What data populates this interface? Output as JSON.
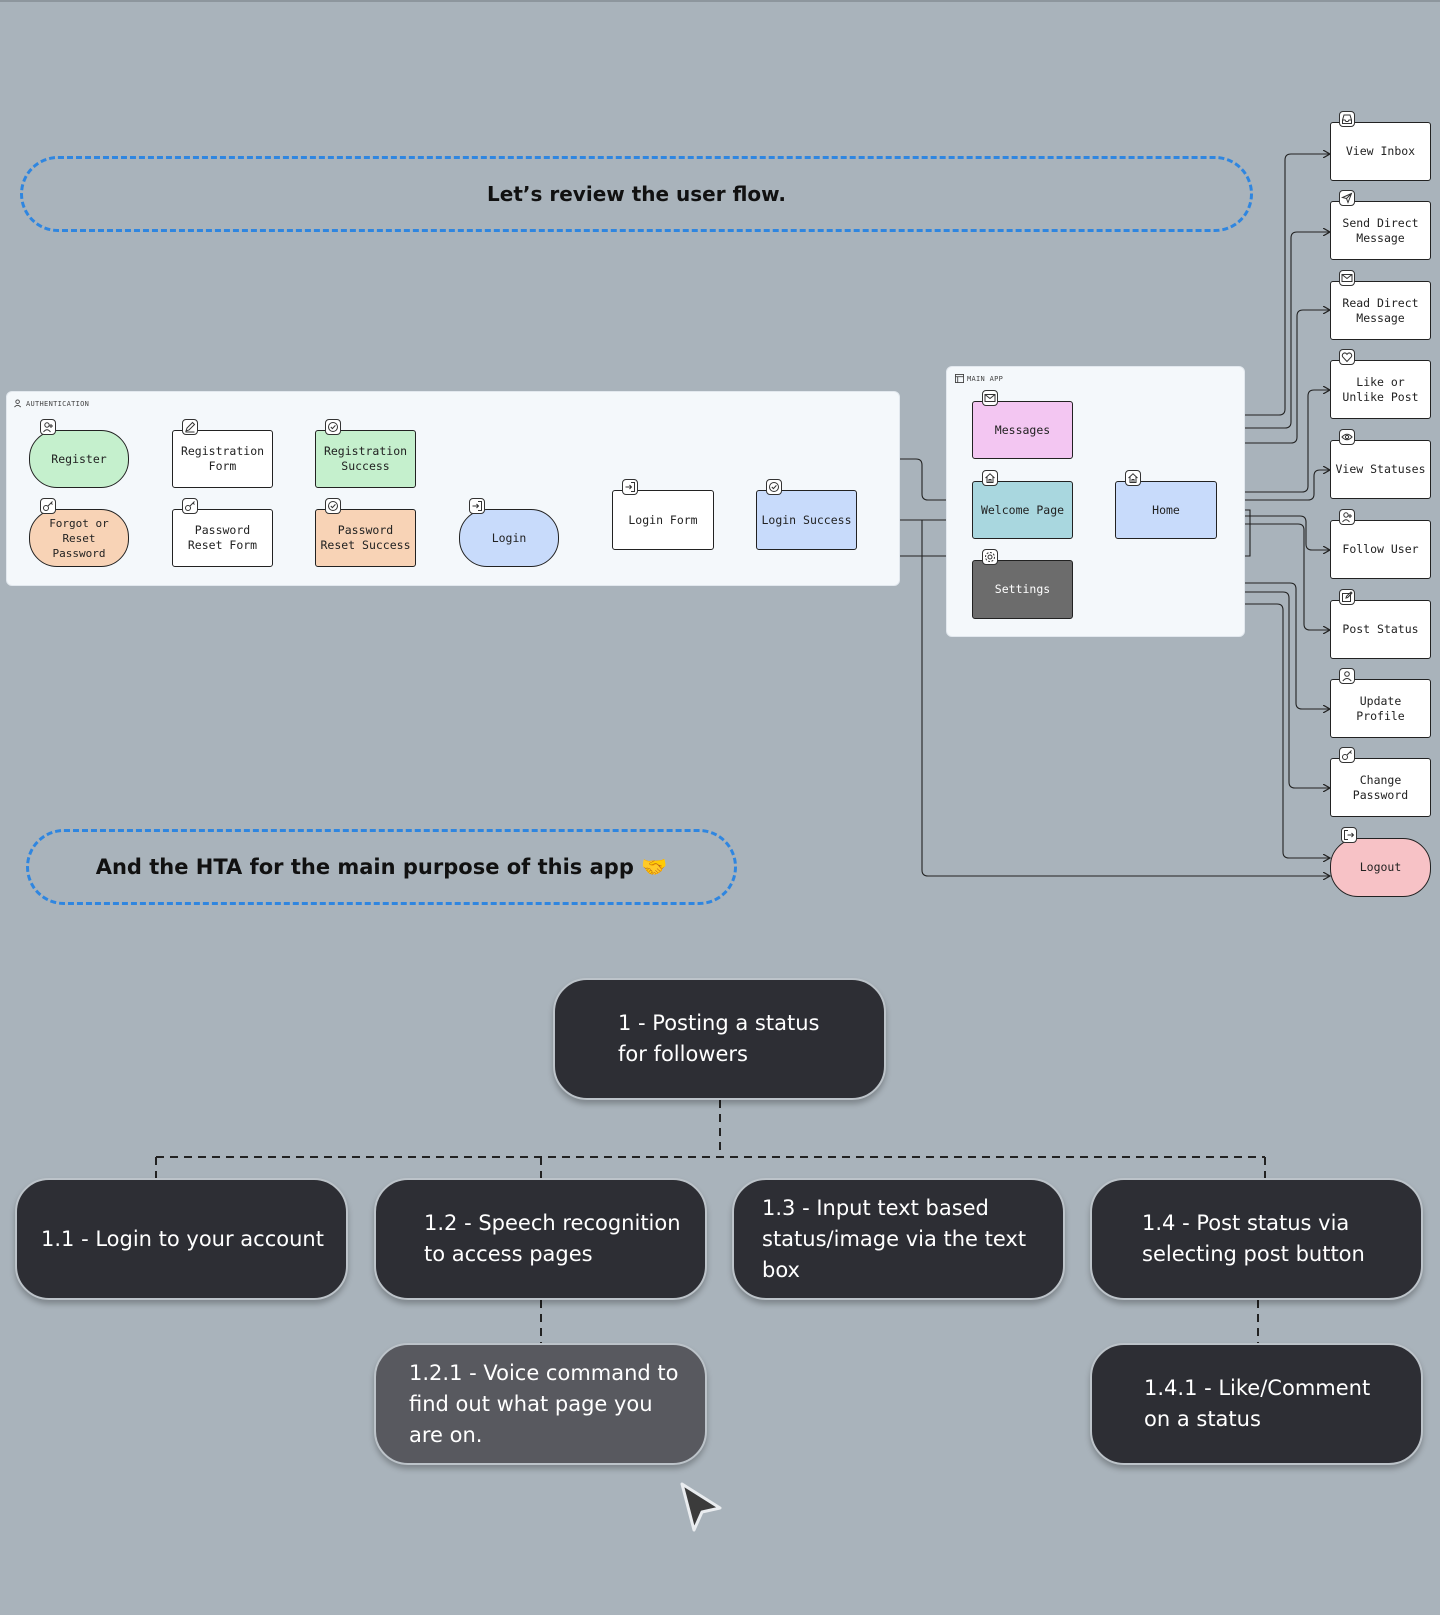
{
  "banners": {
    "user_flow": "Let’s review the user flow.",
    "hta": "And the HTA for the main purpose of this app 🤝"
  },
  "panels": {
    "auth": "AUTHENTICATION",
    "main": "MAIN APP"
  },
  "auth_nodes": {
    "register": "Register",
    "registration_form": "Registration Form",
    "registration_success": "Registration Success",
    "forgot_password": "Forgot or Reset Password",
    "password_reset_form": "Password Reset Form",
    "password_reset_success": "Password Reset Success",
    "login": "Login",
    "login_form": "Login Form",
    "login_success": "Login Success"
  },
  "main_nodes": {
    "messages": "Messages",
    "welcome_page": "Welcome Page",
    "home": "Home",
    "settings": "Settings"
  },
  "feature_nodes": [
    "View Inbox",
    "Send Direct Message",
    "Read Direct Message",
    "Like or Unlike Post",
    "View Statuses",
    "Follow User",
    "Post Status",
    "Update Profile",
    "Change Password",
    "Logout"
  ],
  "hta": {
    "root": "1 - Posting a status for followers",
    "t1_1": "1.1 - Login to your account",
    "t1_2": "1.2 - Speech recognition to access pages",
    "t1_3": "1.3 - Input text based status/image via the text box",
    "t1_4": "1.4 - Post status via selecting post button",
    "t1_2_1": "1.2.1 - Voice command to find out what page you are on.",
    "t1_4_1": "1.4.1  - Like/Comment on a status"
  },
  "colors": {
    "banner_border": "#2f86e0",
    "hta_fill": "#2d2e34",
    "hta_sub_fill": "#58595f",
    "register": "#c5f0cd",
    "forgot": "#f8d3b6",
    "login": "#c8dbfb",
    "messages": "#f3c6f2",
    "welcome": "#a9d7df",
    "settings": "#6c6c6c",
    "logout": "#f7c2c6"
  },
  "icons": {
    "register": "user-plus-icon",
    "forms": "pencil-icon",
    "success": "check-badge-icon",
    "reset": "key-icon",
    "login": "login-arrow-icon",
    "messages": "envelope-icon",
    "home": "home-icon",
    "settings": "gear-icon",
    "logout": "logout-icon"
  }
}
